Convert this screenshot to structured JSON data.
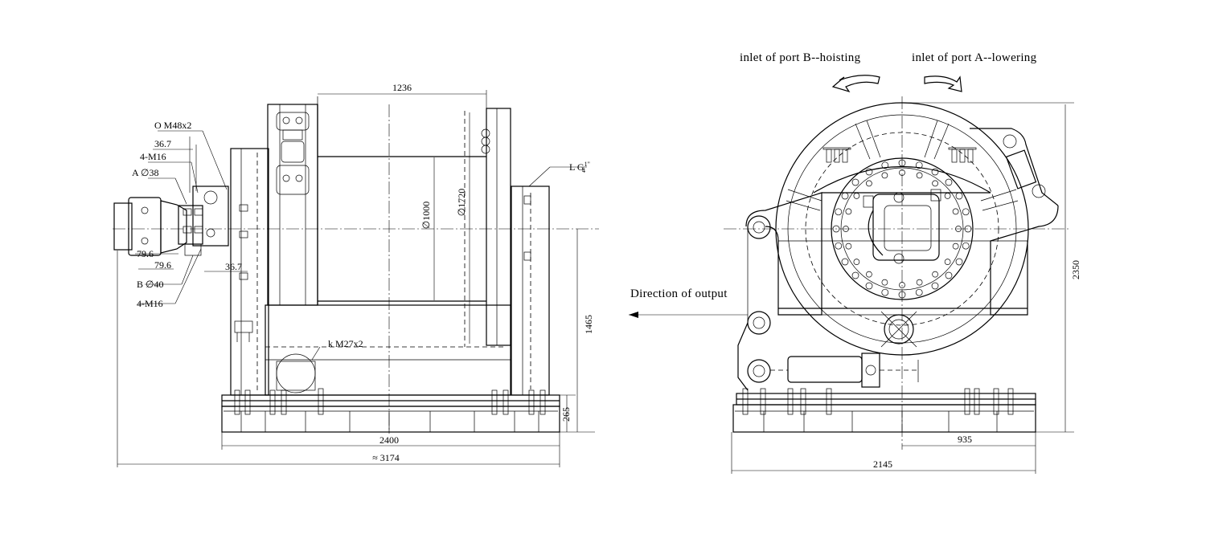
{
  "labels": {
    "port_b": "inlet of port B--hoisting",
    "port_a": "inlet of port A--lowering",
    "direction": "Direction of output",
    "o_thread": "O M48x2",
    "k_thread": "k M27x2",
    "l_thread": "L G",
    "l_thread_frac": "1",
    "l_thread_den": "4",
    "l_thread_quote": "\"",
    "a_port": "A ∅38",
    "b_port": "B ∅40",
    "bolts_top": "4-M16",
    "bolts_bottom": "4-M16"
  },
  "dimensions": {
    "drum_length": "1236",
    "drum_dia": "∅1000",
    "flange_dia": "∅1720",
    "d_36_7_top": "36.7",
    "d_36_7_bottom": "36.7",
    "d_79_6_a": "79.6",
    "d_79_6_b": "79.6",
    "center_height": "1465",
    "base_height": "265",
    "base_length": "2400",
    "overall_length": "≈ 3174",
    "overall_height": "2350",
    "half_width": "935",
    "overall_width": "2145"
  }
}
